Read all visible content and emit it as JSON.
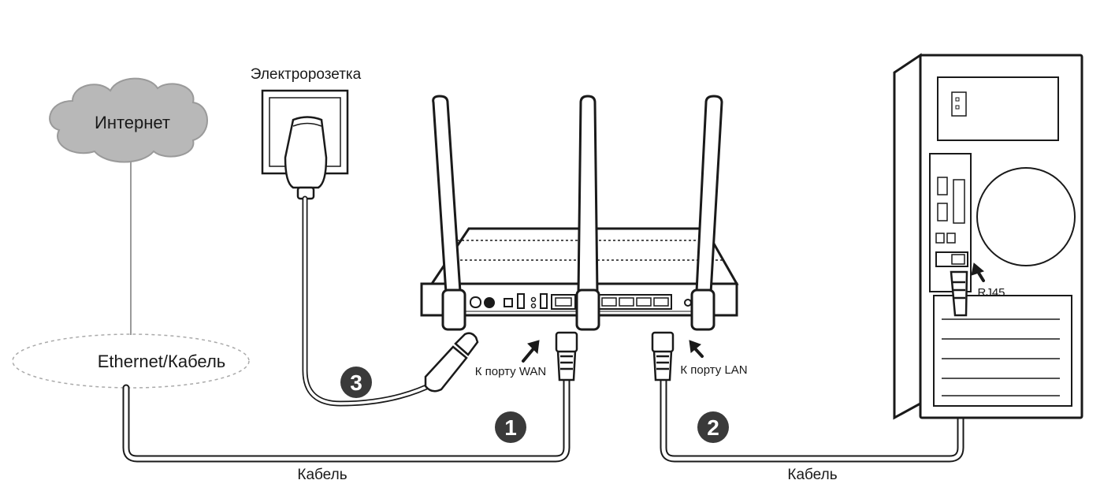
{
  "labels": {
    "internet": "Интернет",
    "ethernet": "Ethernet/Кабель",
    "power_outlet": "Электророзетка",
    "wan_port": "К порту WAN",
    "lan_port": "К порту LAN",
    "rj45": "RJ45",
    "cable_left": "Кабель",
    "cable_right": "Кабель"
  },
  "steps": [
    "1",
    "2",
    "3"
  ],
  "colors": {
    "line": "#1a1a1a",
    "cable_fill": "#ffffff",
    "cloud_fill": "#b8b8b8",
    "badge_fill": "#3a3a3a",
    "gray_cable": "#9a9a9a"
  }
}
